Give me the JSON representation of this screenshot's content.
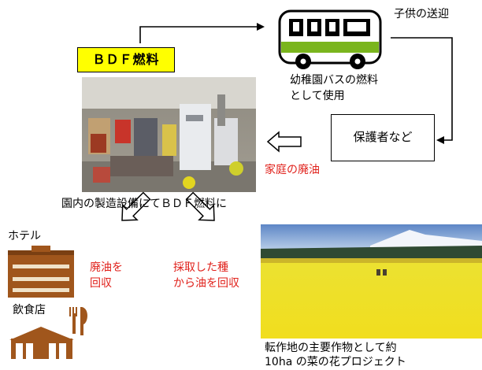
{
  "labels": {
    "bdf_fuel": "ＢＤＦ燃料",
    "child_transport": "子供の送迎",
    "bus_fuel_line1": "幼稚園バスの燃料",
    "bus_fuel_line2": "として使用",
    "guardians": "保護者など",
    "household_oil": "家庭の廃油",
    "facility_caption": "園内の製造設備にてＢＤＦ燃料に",
    "hotel": "ホテル",
    "collect_waste_line1": "廃油を",
    "collect_waste_line2": "回収",
    "collect_seed_line1": "採取した種",
    "collect_seed_line2": "から油を回収",
    "restaurant": "飲食店",
    "field_caption_line1": "転作地の主要作物として約",
    "field_caption_line2": "10ha の菜の花プロジェクト"
  },
  "colors": {
    "highlight_yellow": "#ffff00",
    "annotation_red": "#e0201a",
    "bus_green": "#7ab51d",
    "building_brown": "#a0561c"
  },
  "icons": [
    "bus-icon",
    "hotel-building-icon",
    "restaurant-building-icon",
    "fork-knife-icon"
  ]
}
